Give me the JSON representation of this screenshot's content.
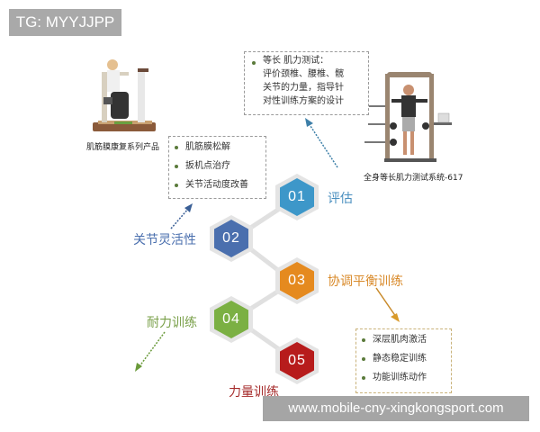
{
  "watermark_tag": "TG: MYYJJPP",
  "footer_url": "www.mobile-cny-xingkongsport.com",
  "products": [
    {
      "caption": "肌筋膜康复系列产品",
      "image": "rehab-machine-photo"
    },
    {
      "caption": "全身等长肌力测试系统-617",
      "image": "strength-test-frame-photo"
    }
  ],
  "boxes": {
    "assessment_detail": {
      "lines": [
        "等长 肌力测试：",
        "评价颈椎、腰椎、髋",
        "关节的力量，指导针",
        "对性训练方案的设计"
      ]
    },
    "flexibility_detail": {
      "items": [
        "肌筋膜松解",
        "扳机点治疗",
        "关节活动度改善"
      ]
    },
    "balance_detail": {
      "items": [
        "深层肌肉激活",
        "静态稳定训练",
        "功能训练动作"
      ]
    }
  },
  "steps": [
    {
      "number": "01",
      "label": "评估",
      "color": "#3d97c9",
      "label_color": "#4a8fbf"
    },
    {
      "number": "02",
      "label": "关节灵活性",
      "color": "#4a6fae",
      "label_color": "#4a6fae"
    },
    {
      "number": "03",
      "label": "协调平衡训练",
      "color": "#e58a1f",
      "label_color": "#d98a2a"
    },
    {
      "number": "04",
      "label": "耐力训练",
      "color": "#7bb043",
      "label_color": "#7aa04a"
    },
    {
      "number": "05",
      "label": "力量训练",
      "color": "#b71c1c",
      "label_color": "#a52a2a"
    }
  ]
}
